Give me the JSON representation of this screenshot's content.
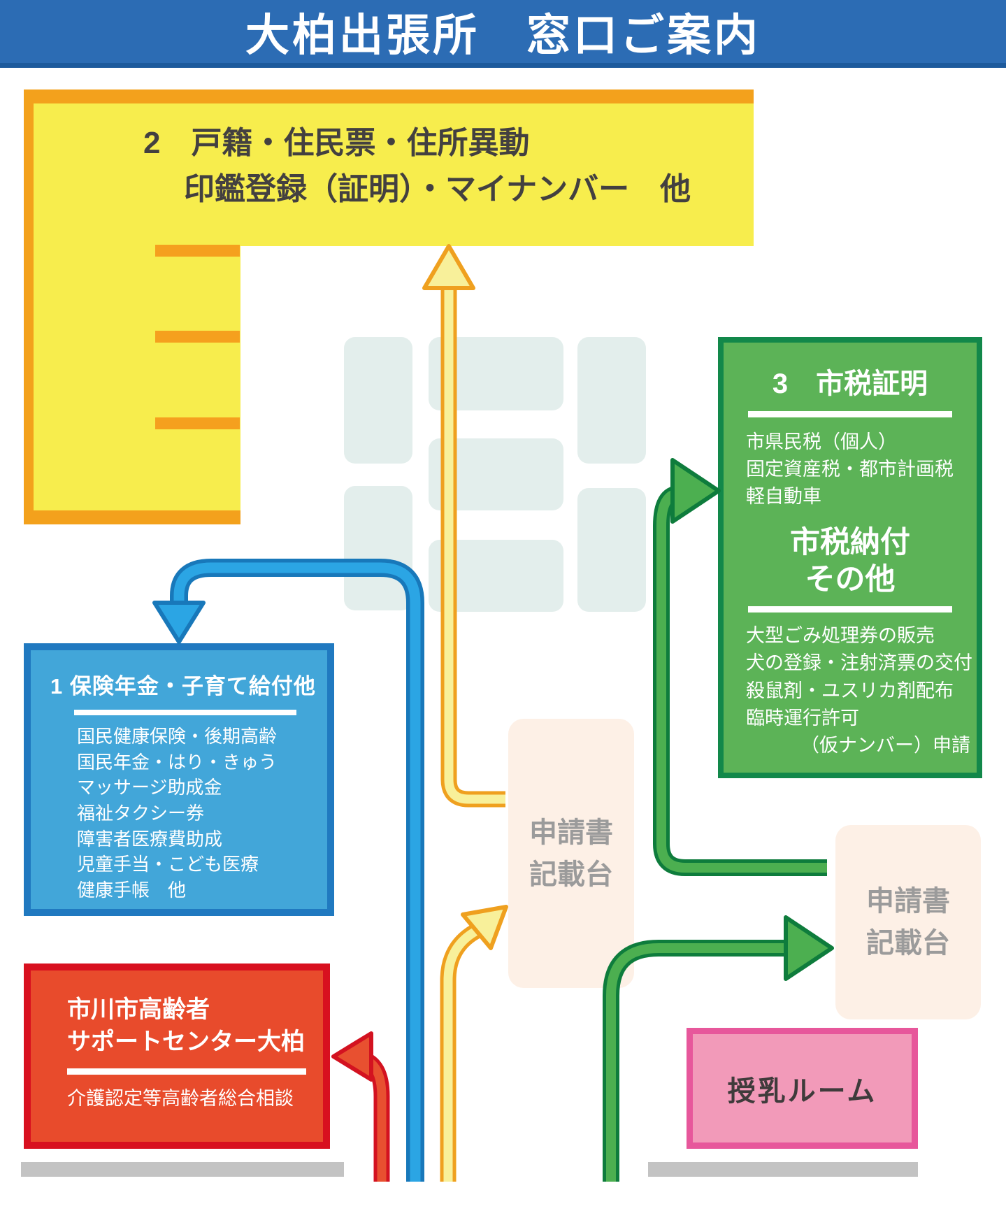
{
  "header": {
    "title": "大柏出張所　窓口ご案内"
  },
  "window2": {
    "line1": "2　戸籍・住民票・住所異動",
    "line2": "印鑑登録（証明）・マイナンバー　他"
  },
  "window3": {
    "title": "3　市税証明",
    "services1": [
      "市県民税（個人）",
      "固定資産税・都市計画税",
      "軽自動車"
    ],
    "subtitle_line1": "市税納付",
    "subtitle_line2": "その他",
    "services2": [
      "大型ごみ処理券の販売",
      "犬の登録・注射済票の交付",
      "殺鼠剤・ユスリカ剤配布",
      "臨時運行許可",
      "（仮ナンバー）申請"
    ]
  },
  "window1": {
    "title": "1 保険年金・子育て給付他",
    "services": [
      "国民健康保険・後期高齢",
      "国民年金・はり・きゅう",
      "マッサージ助成金",
      "福祉タクシー券",
      "障害者医療費助成",
      "児童手当・こども医療",
      "健康手帳　他"
    ]
  },
  "support_center": {
    "title_line1": "市川市高齢者",
    "title_line2": "サポートセンター大柏",
    "service": "介護認定等高齢者総合相談"
  },
  "nursing_room": {
    "label": "授乳ルーム"
  },
  "desk_left": {
    "line1": "申請書",
    "line2": "記載台"
  },
  "desk_right": {
    "line1": "申請書",
    "line2": "記載台"
  },
  "colors": {
    "header_blue": "#2c6cb4",
    "window2_yellow": "#f7ed4d",
    "window2_border_orange": "#f3a11c",
    "window3_green": "#5cb357",
    "window3_border_green": "#12884a",
    "window1_blue": "#42a6d9",
    "window1_border_blue": "#2079c0",
    "support_red": "#e84b2c",
    "support_border_red": "#d8101f",
    "nursing_pink": "#f29ab9",
    "nursing_border_pink": "#e7579b",
    "desk_beige": "#fdf0e6",
    "chair_teal": "#e3eeec",
    "entrance_gray": "#c3c3c3",
    "route_yellow": "#f8f09a",
    "route_yellow_edge": "#efa01f",
    "route_blue": "#2ba5e4",
    "route_blue_edge": "#1878ba",
    "route_green": "#4caf50",
    "route_green_edge": "#0e7c3c",
    "route_red": "#e85030",
    "route_red_edge": "#d31220"
  }
}
